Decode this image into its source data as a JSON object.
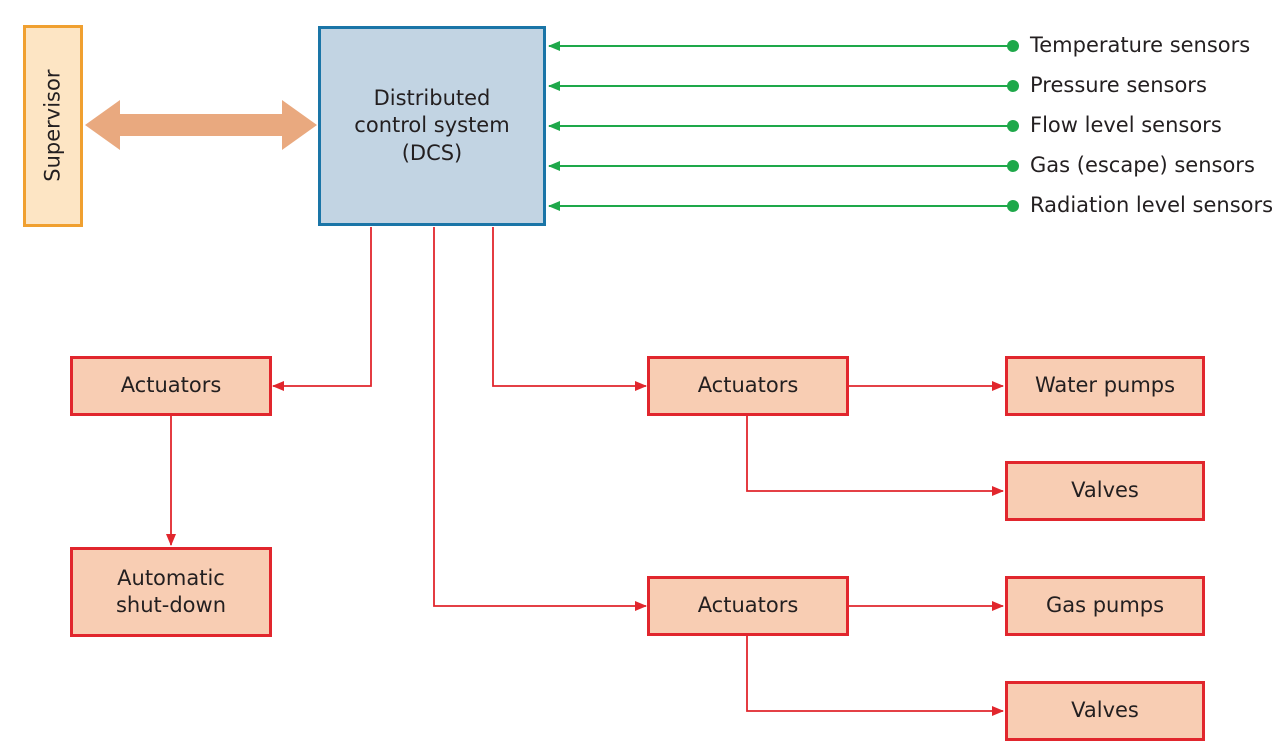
{
  "colors": {
    "supervisor_fill": "#fde5c4",
    "supervisor_border": "#f0a030",
    "dcs_fill": "#c2d4e3",
    "dcs_border": "#1a75a7",
    "actuator_fill": "#f8cdb3",
    "actuator_border": "#e1262d",
    "sensor_line": "#1ea84a",
    "control_line": "#e1262d",
    "double_arrow": "#e9a97f"
  },
  "supervisor": {
    "label": "Supervisor"
  },
  "dcs": {
    "line1": "Distributed",
    "line2": "control system",
    "line3": "(DCS)"
  },
  "sensors": [
    {
      "label": "Temperature sensors"
    },
    {
      "label": "Pressure sensors"
    },
    {
      "label": "Flow level sensors"
    },
    {
      "label": "Gas (escape) sensors"
    },
    {
      "label": "Radiation level sensors"
    }
  ],
  "left_branch": {
    "actuators": "Actuators",
    "shutdown_line1": "Automatic",
    "shutdown_line2": "shut-down"
  },
  "water_branch": {
    "actuators": "Actuators",
    "pumps": "Water pumps",
    "valves": "Valves"
  },
  "gas_branch": {
    "actuators": "Actuators",
    "pumps": "Gas pumps",
    "valves": "Valves"
  }
}
